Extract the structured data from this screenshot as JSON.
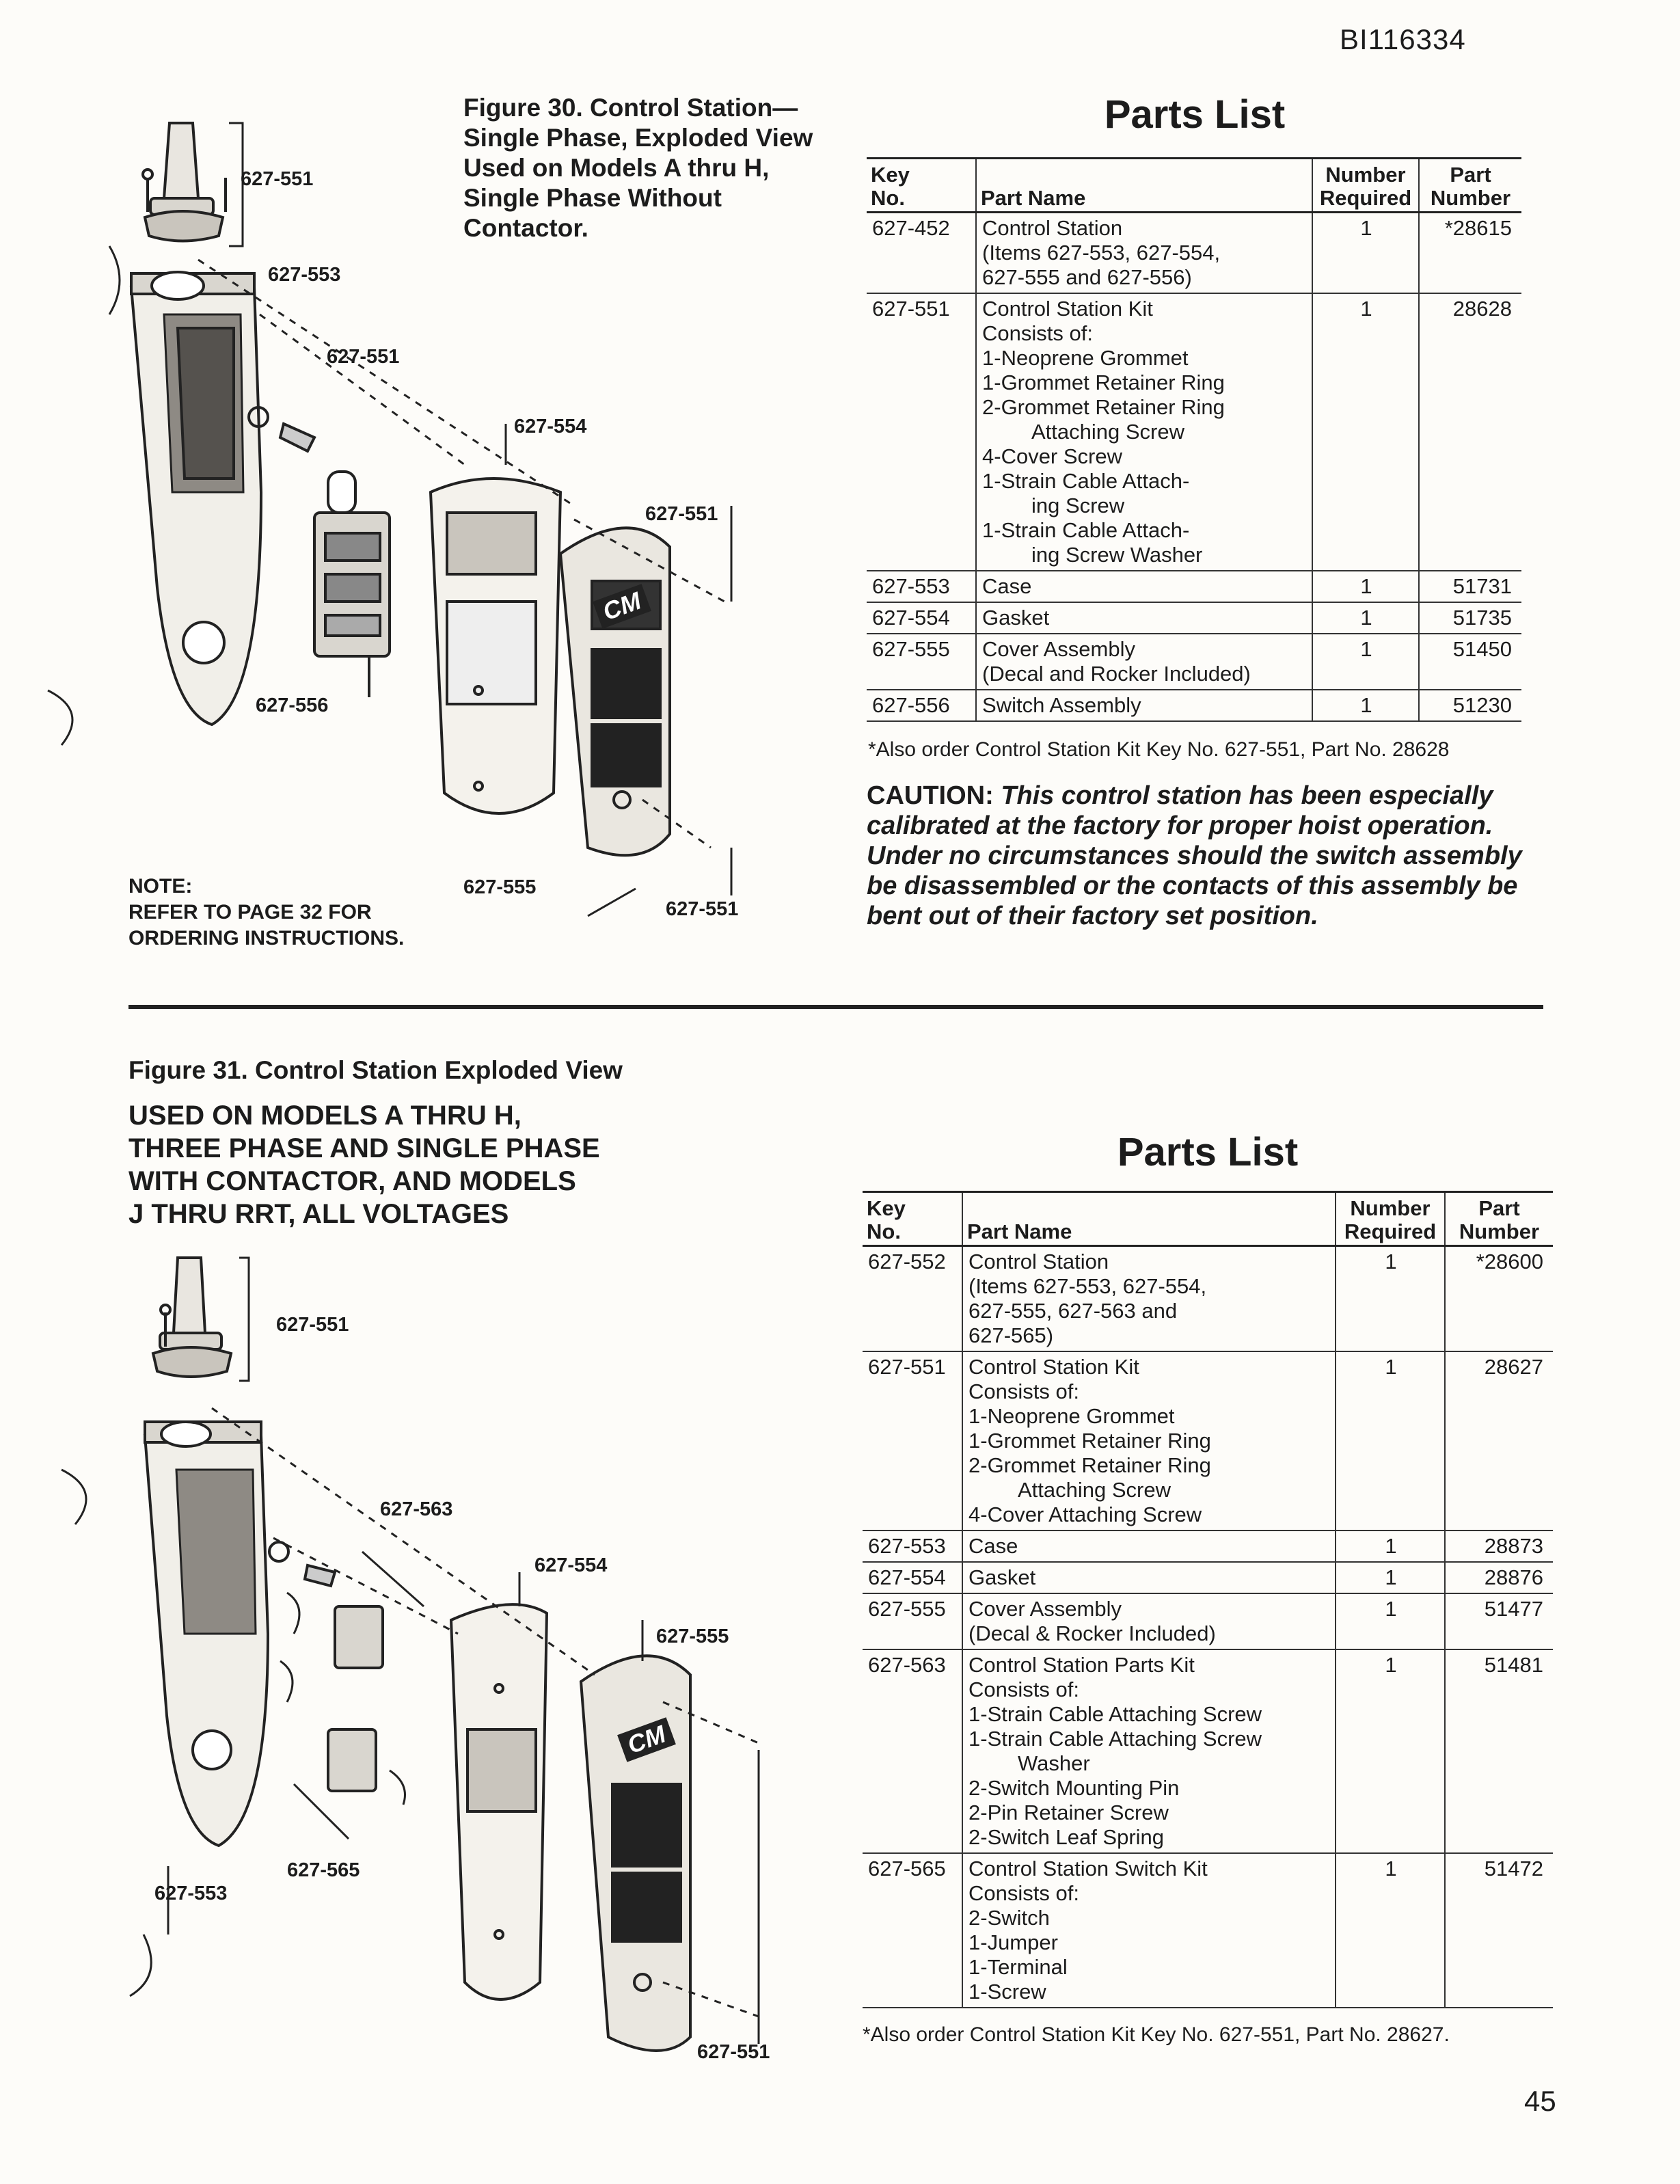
{
  "doc_id": "BI116334",
  "page_number": "45",
  "figure30": {
    "caption_title": "Figure 30. Control Station—Single Phase, Exploded View",
    "caption_desc": "Used on Models A thru H, Single Phase Without Contactor.",
    "callouts": [
      "627-551",
      "627-553",
      "627-551",
      "627-554",
      "627-551",
      "627-556",
      "627-555",
      "627-551"
    ]
  },
  "note": {
    "label": "NOTE:",
    "line1": "REFER TO PAGE 32 FOR",
    "line2": "ORDERING INSTRUCTIONS."
  },
  "parts_list_1": {
    "title": "Parts List",
    "headers": {
      "key_1": "Key",
      "key_2": "No.",
      "name": "Part Name",
      "num_1": "Number",
      "num_2": "Required",
      "part_1": "Part",
      "part_2": "Number"
    },
    "rows": [
      {
        "key": "627-452",
        "name": [
          "Control Station",
          "(Items 627-553, 627-554,",
          "627-555 and 627-556)"
        ],
        "qty": "1",
        "part": "*28615"
      },
      {
        "key": "627-551",
        "name": [
          "Control Station Kit",
          "Consists of:",
          "1-Neoprene Grommet",
          "1-Grommet Retainer Ring",
          "2-Grommet Retainer Ring",
          "Attaching Screw",
          "4-Cover Screw",
          "1-Strain Cable Attach-",
          "ing Screw",
          "1-Strain Cable Attach-",
          "ing Screw Washer"
        ],
        "indent": [
          5,
          8,
          10
        ],
        "qty": "1",
        "part": "28628"
      },
      {
        "key": "627-553",
        "name": [
          "Case"
        ],
        "qty": "1",
        "part": "51731"
      },
      {
        "key": "627-554",
        "name": [
          "Gasket"
        ],
        "qty": "1",
        "part": "51735"
      },
      {
        "key": "627-555",
        "name": [
          "Cover Assembly",
          "(Decal and Rocker Included)"
        ],
        "qty": "1",
        "part": "51450"
      },
      {
        "key": "627-556",
        "name": [
          "Switch Assembly"
        ],
        "qty": "1",
        "part": "51230"
      }
    ],
    "footnote": "*Also order Control Station Kit Key No. 627-551, Part No. 28628"
  },
  "caution": {
    "label": "CAUTION:",
    "text": "This control station has been especially calibrated at the factory for proper hoist operation. Under no circumstances should the switch assembly be disassembled or the contacts of this assembly be bent out of their factory set position."
  },
  "figure31": {
    "caption_title": "Figure 31. Control Station Exploded View",
    "caption_lines": [
      "USED ON MODELS A THRU H,",
      "THREE PHASE AND SINGLE PHASE",
      "WITH CONTACTOR, AND MODELS",
      "J THRU RRT, ALL VOLTAGES"
    ],
    "callouts": [
      "627-551",
      "627-563",
      "627-554",
      "627-555",
      "627-565",
      "627-553",
      "627-551"
    ]
  },
  "parts_list_2": {
    "title": "Parts List",
    "headers": {
      "key_1": "Key",
      "key_2": "No.",
      "name": "Part Name",
      "num_1": "Number",
      "num_2": "Required",
      "part_1": "Part",
      "part_2": "Number"
    },
    "rows": [
      {
        "key": "627-552",
        "name": [
          "Control Station",
          "(Items 627-553, 627-554,",
          "627-555, 627-563 and",
          "627-565)"
        ],
        "qty": "1",
        "part": "*28600"
      },
      {
        "key": "627-551",
        "name": [
          "Control Station Kit",
          "Consists of:",
          "1-Neoprene Grommet",
          "1-Grommet Retainer Ring",
          "2-Grommet Retainer Ring",
          "Attaching Screw",
          "4-Cover Attaching Screw"
        ],
        "indent": [
          5
        ],
        "qty": "1",
        "part": "28627"
      },
      {
        "key": "627-553",
        "name": [
          "Case"
        ],
        "qty": "1",
        "part": "28873"
      },
      {
        "key": "627-554",
        "name": [
          "Gasket"
        ],
        "qty": "1",
        "part": "28876"
      },
      {
        "key": "627-555",
        "name": [
          "Cover Assembly",
          "(Decal & Rocker Included)"
        ],
        "qty": "1",
        "part": "51477"
      },
      {
        "key": "627-563",
        "name": [
          "Control Station Parts Kit",
          "Consists of:",
          "1-Strain Cable Attaching Screw",
          "1-Strain Cable Attaching Screw",
          "Washer",
          "2-Switch Mounting Pin",
          "2-Pin Retainer Screw",
          "2-Switch Leaf Spring"
        ],
        "indent": [
          4
        ],
        "qty": "1",
        "part": "51481"
      },
      {
        "key": "627-565",
        "name": [
          "Control Station Switch Kit",
          "Consists of:",
          "2-Switch",
          "1-Jumper",
          "1-Terminal",
          "1-Screw"
        ],
        "qty": "1",
        "part": "51472"
      }
    ],
    "footnote": "*Also order Control Station Kit Key No. 627-551, Part No. 28627."
  },
  "logo_text": "CM"
}
